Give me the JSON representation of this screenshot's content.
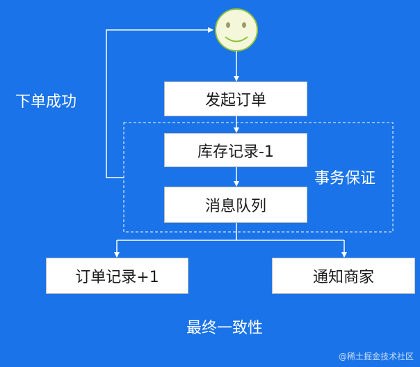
{
  "diagram": {
    "nodes": {
      "start": "",
      "create_order": "发起订单",
      "inventory": "库存记录-1",
      "queue": "消息队列",
      "order_record": "订单记录+1",
      "notify": "通知商家"
    },
    "labels": {
      "success_loop": "下单成功",
      "transaction": "事务保证",
      "eventual": "最终一致性"
    },
    "start_icon": "smiley-face-icon"
  },
  "watermark": "@稀土掘金技术社区",
  "colors": {
    "background": "#1a73e8",
    "box_fill": "#ffffff",
    "smiley_fill": "#f4f7d9",
    "smiley_stroke": "#8fbf3e",
    "lines": "#ffffff"
  }
}
